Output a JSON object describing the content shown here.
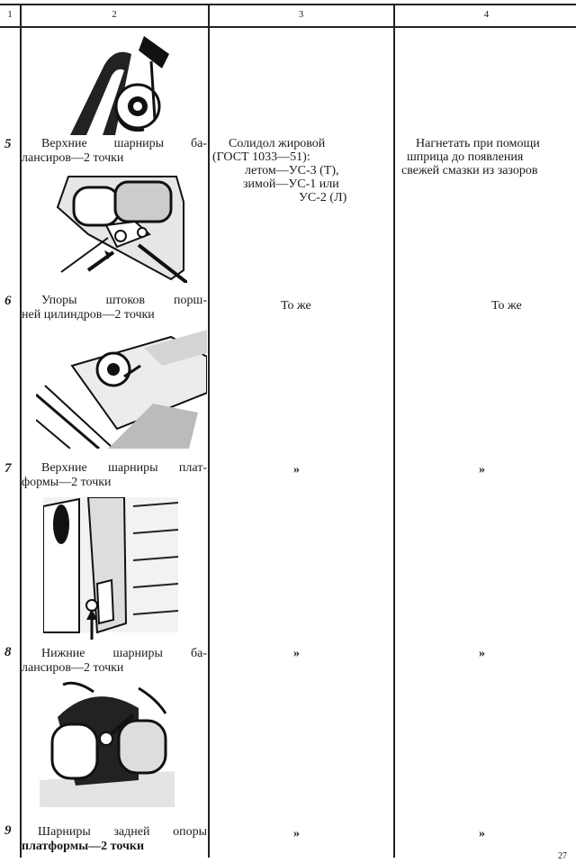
{
  "headers": [
    "1",
    "2",
    "3",
    "4"
  ],
  "rows": [
    {
      "num": "5",
      "name_line1": "Верхние шарниры ба-",
      "name_line2": "лансиров—2 точки",
      "lubricant_line1": "Солидол жировой",
      "lubricant_line2": "(ГОСТ 1033—51):",
      "lubricant_line3": "летом—УС-3 (Т),",
      "lubricant_line4": "зимой—УС-1 или",
      "lubricant_line5": "УС-2 (Л)",
      "method_line1": "Нагнетать при помощи",
      "method_line2": "шприца до появления",
      "method_line3": "свежей смазки из зазоров"
    },
    {
      "num": "6",
      "name_line1": "Упоры штоков порш-",
      "name_line2": "ней цилиндров—2 точки",
      "lubricant": "То же",
      "method": "То же"
    },
    {
      "num": "7",
      "name_line1": "Верхние шарниры плат-",
      "name_line2": "формы—2 точки",
      "lubricant": "»",
      "method": "»"
    },
    {
      "num": "8",
      "name_line1": "Нижние шарниры ба-",
      "name_line2": "лансиров—2 точки",
      "lubricant": "»",
      "method": "»"
    },
    {
      "num": "9",
      "name_line1": "Шарниры задней опоры",
      "name_line2": "платформы—2 точки",
      "lubricant": "»",
      "method": "»"
    }
  ],
  "page_number": "27"
}
